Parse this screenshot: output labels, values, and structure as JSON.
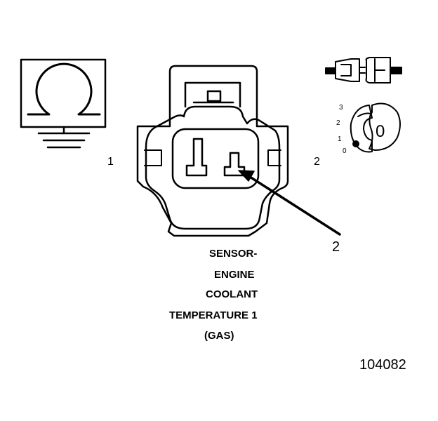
{
  "pin_labels": {
    "left": "1",
    "right": "2"
  },
  "callout": {
    "number": "2"
  },
  "sensor_title": {
    "line1": "SENSOR-",
    "line2": "ENGINE",
    "line3": "COOLANT",
    "line4": "TEMPERATURE 1",
    "line5": "(GAS)"
  },
  "key_diagram": {
    "positions": [
      "3",
      "2",
      "1",
      "0"
    ],
    "key_label": "0"
  },
  "figure_number": "104082",
  "colors": {
    "ink": "#000000",
    "paper": "#ffffff"
  }
}
